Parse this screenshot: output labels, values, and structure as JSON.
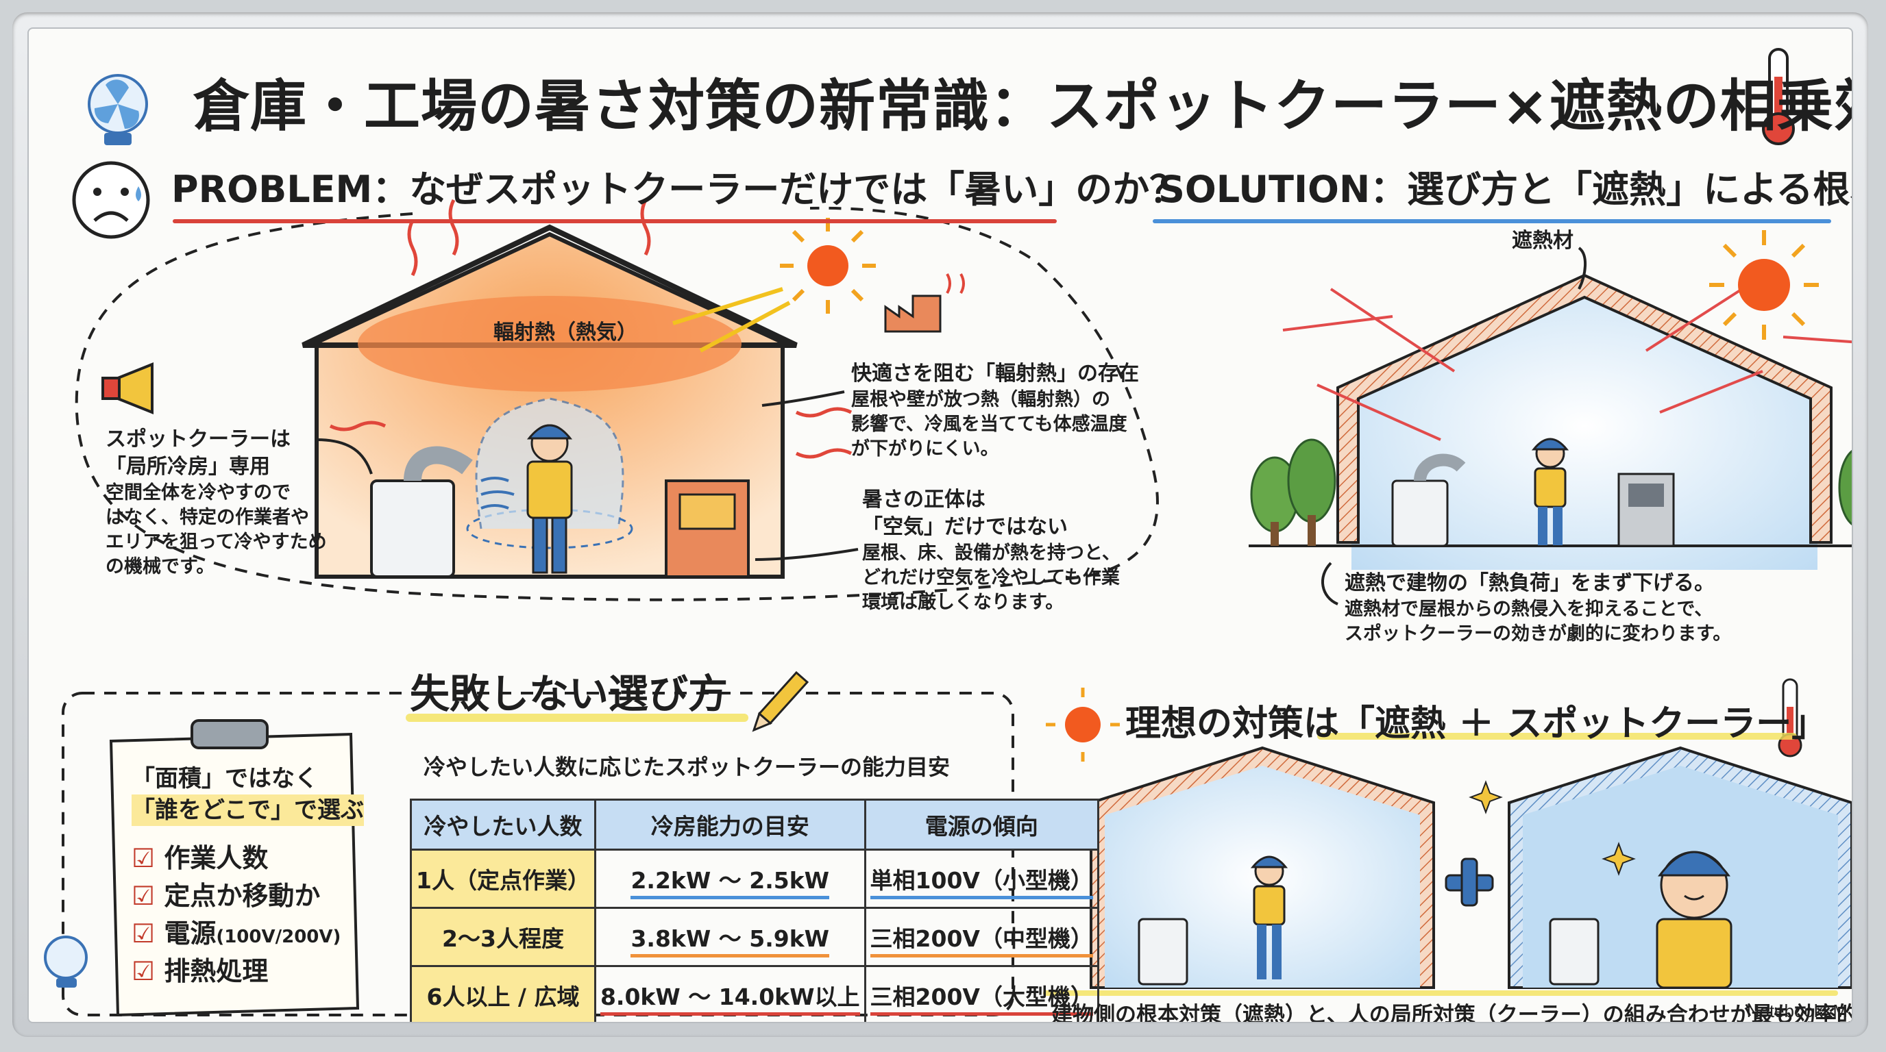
{
  "title": "倉庫・工場の暑さ対策の新常識：スポットクーラー×遮熱の相乗効果",
  "problem": {
    "heading": "PROBLEM：なぜスポットクーラーだけでは「暑い」のか？",
    "radiant_label": "輻射熱（熱気）",
    "left_note": [
      "スポットクーラーは",
      "「局所冷房」専用",
      "空間全体を冷やすので",
      "はなく、特定の作業者や",
      "エリアを狙って冷やすため",
      "の機械です。"
    ],
    "right_note_1": [
      "快適さを阻む「輻射熱」の存在",
      "屋根や壁が放つ熱（輻射熱）の",
      "影響で、冷風を当てても体感温度",
      "が下がりにくい。"
    ],
    "right_note_2": [
      "暑さの正体は",
      "「空気」だけではない",
      "屋根、床、設備が熱を持つと、",
      "どれだけ空気を冷やしても作業",
      "環境は厳しくなります。"
    ]
  },
  "solution": {
    "heading": "SOLUTION：選び方と「遮熱」による根本解決",
    "insulation_label": "遮熱材",
    "note": [
      "遮熱で建物の「熱負荷」をまず下げる。",
      "遮熱材で屋根からの熱侵入を抑えることで、",
      "スポットクーラーの効きが劇的に変わります。"
    ]
  },
  "choose": {
    "heading": "失敗しない選び方",
    "clip_title": [
      "「面積」ではなく",
      "「誰をどこで」で選ぶ"
    ],
    "check_mark": "☑",
    "checklist": [
      "作業人数",
      "定点か移動か",
      "電源",
      "排熱処理"
    ],
    "power_suffix": "(100V/200V)",
    "table_caption": "冷やしたい人数に応じたスポットクーラーの能力目安",
    "columns": [
      "冷やしたい人数",
      "冷房能力の目安",
      "電源の傾向"
    ],
    "rows": [
      [
        "1人（定点作業）",
        "2.2kW ～ 2.5kW",
        "単相100V（小型機）"
      ],
      [
        "2～3人程度",
        "3.8kW ～ 5.9kW",
        "三相200V（中型機）"
      ],
      [
        "6人以上 / 広域",
        "8.0kW ～ 14.0kW以上",
        "三相200V（大型機）"
      ]
    ]
  },
  "ideal": {
    "heading": "理想の対策は「遮熱 ＋ スポットクーラー」",
    "plus": "+",
    "caption": "建物側の根本対策（遮熱）と、人の局所対策（クーラー）の組み合わせが最も効率的。"
  },
  "watermark": "NotebookLM",
  "colors": {
    "red": "#d9433a",
    "blue": "#4a90d9",
    "yellow": "#f4e25a",
    "orange": "#f0913a",
    "accent_sun": "#f25a1f"
  },
  "icons": [
    "fan-icon",
    "thermometer-icon",
    "sad-face-icon",
    "megaphone-icon",
    "sun-icon",
    "factory-icon",
    "tree-icon",
    "pencil-icon",
    "clipboard-icon",
    "sparkle-icon"
  ]
}
